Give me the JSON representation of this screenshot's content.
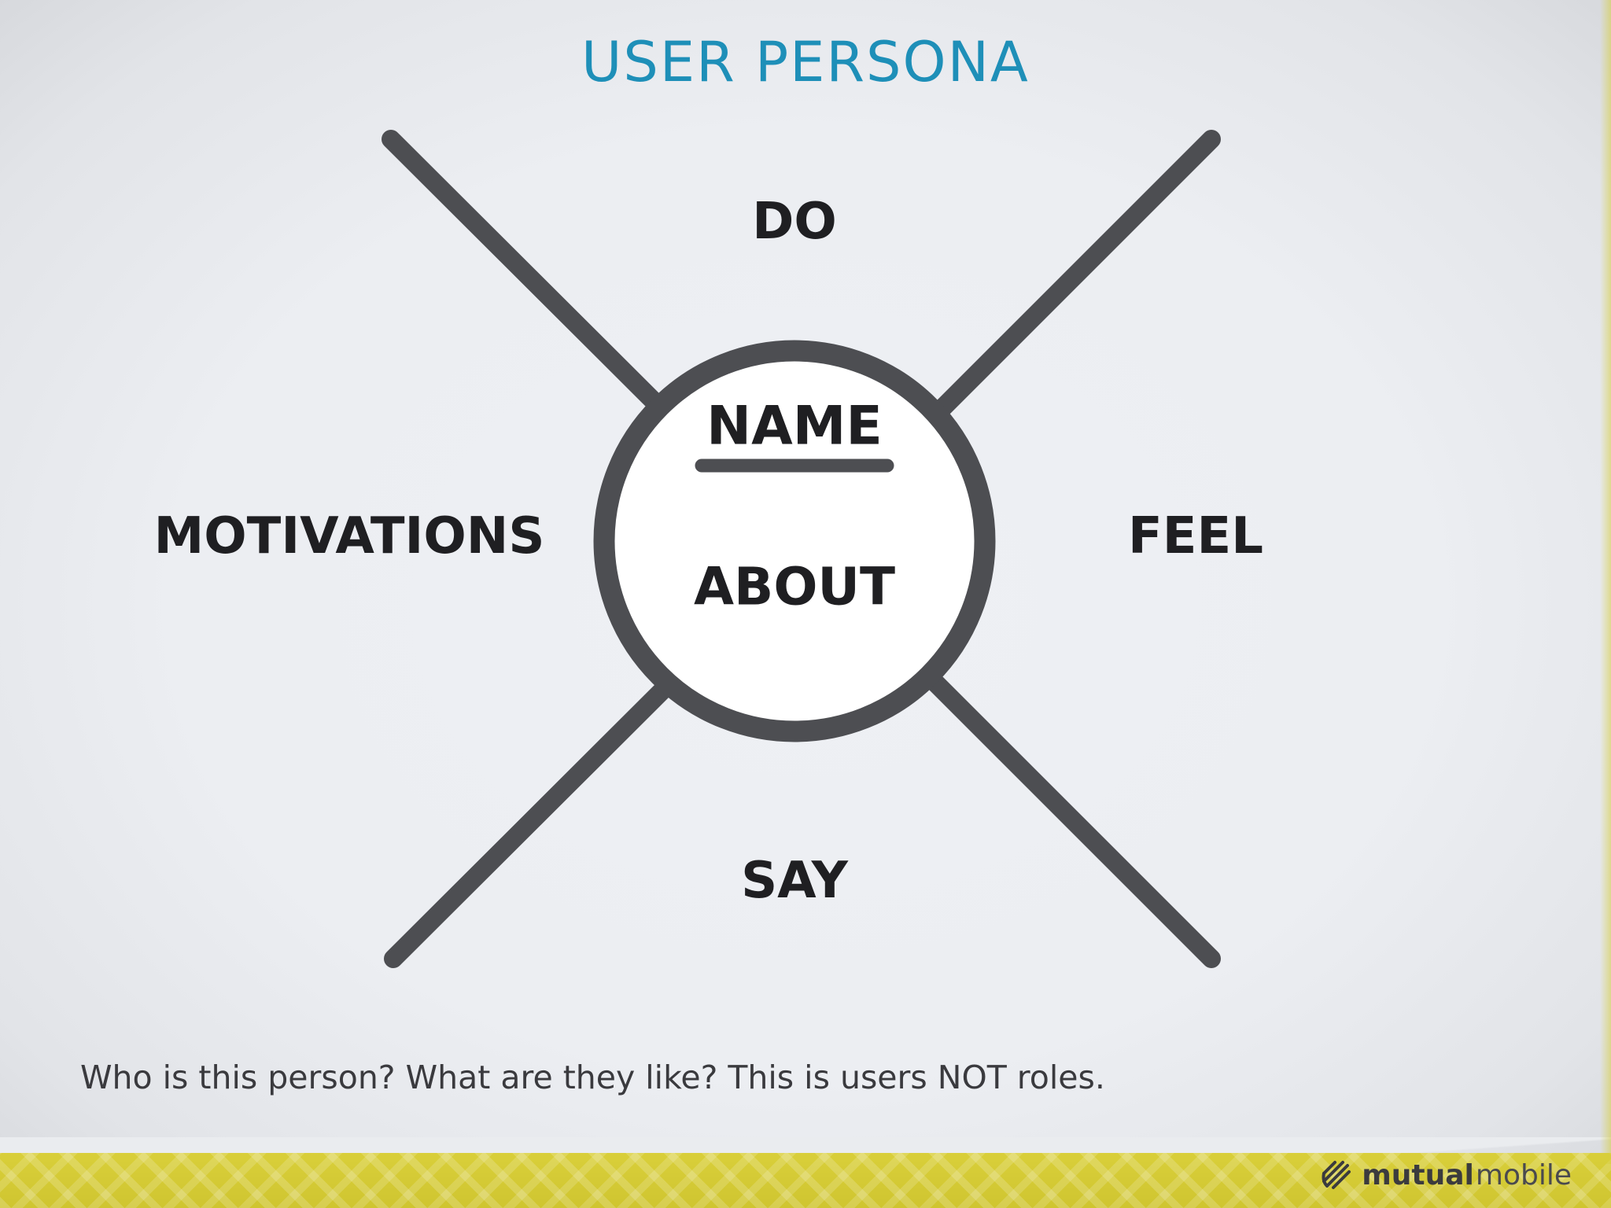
{
  "title": "USER PERSONA",
  "diagram": {
    "quadrants": {
      "top": "DO",
      "left": "MOTIVATIONS",
      "right": "FEEL",
      "bottom": "SAY"
    },
    "center": {
      "name": "NAME",
      "about": "ABOUT"
    }
  },
  "caption": "Who is this person? What are they like? This is users NOT roles.",
  "brand": {
    "word1": "mutual",
    "word2": "mobile",
    "icon": "mutualmobile-logo-icon"
  },
  "colors": {
    "title": "#1e8fb8",
    "lines": "#4d4e52",
    "text": "#1f1f22",
    "accent_strip": "#d9cf3a"
  }
}
